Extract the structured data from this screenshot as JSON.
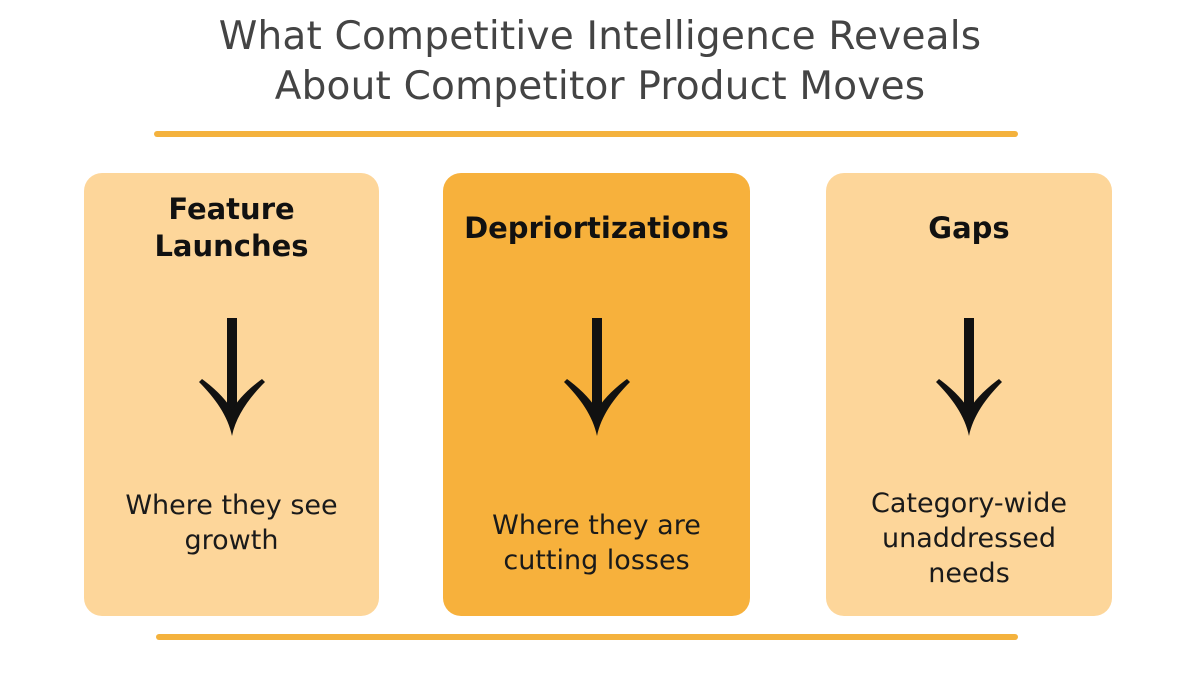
{
  "title": {
    "line1": "What Competitive Intelligence Reveals",
    "line2": "About Competitor Product Moves"
  },
  "cards": [
    {
      "title_line1": "Feature",
      "title_line2": "Launches",
      "body": "Where they see growth",
      "color": "#fdd69a"
    },
    {
      "title_line1": "Depriortizations",
      "title_line2": "",
      "body": "Where they are cutting losses",
      "color": "#f7b13c"
    },
    {
      "title_line1": "Gaps",
      "title_line2": "",
      "body": "Category-wide unaddressed needs",
      "color": "#fdd69a"
    }
  ],
  "colors": {
    "accent_rule": "#f4b23d",
    "title_text": "#444444",
    "arrow": "#111111"
  },
  "icons": {
    "arrow": "arrow-down-icon"
  }
}
